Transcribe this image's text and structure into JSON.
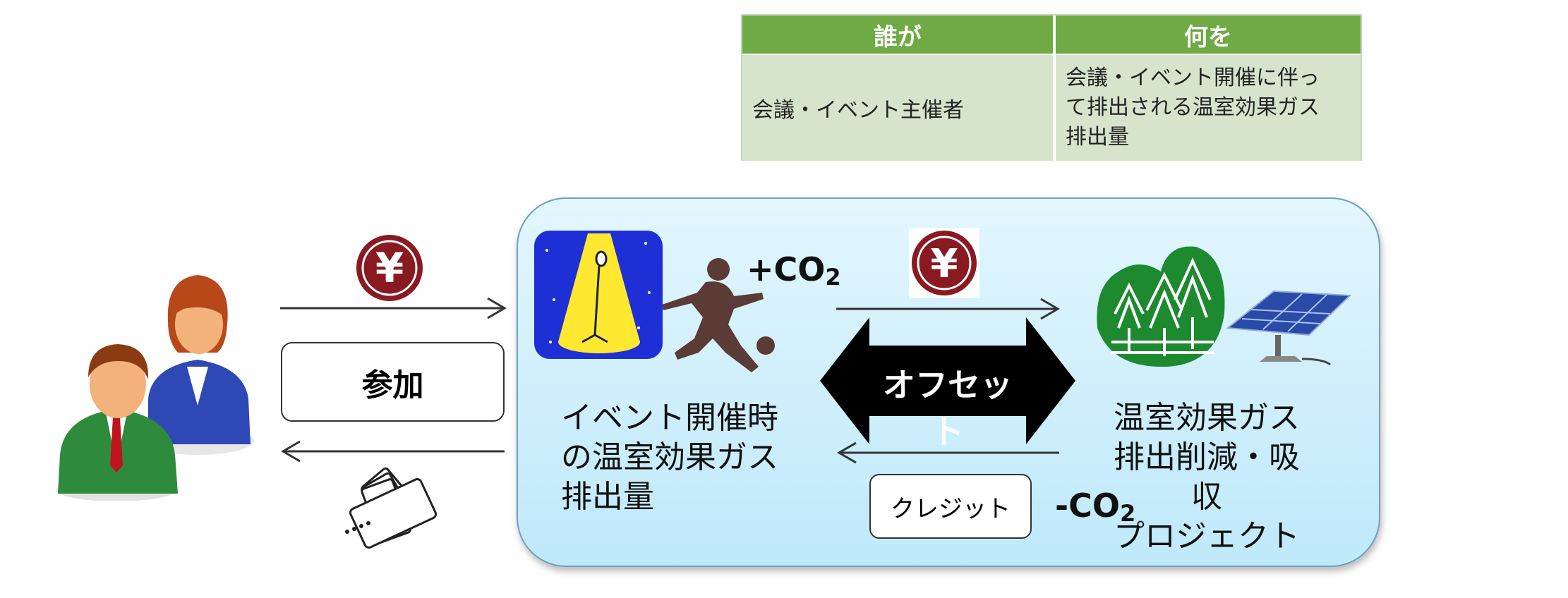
{
  "table": {
    "headers": [
      "誰が",
      "何を"
    ],
    "rows": [
      [
        "会議・イベント主催者",
        "会議・イベント開催に伴って排出される温室効果ガス排出量"
      ]
    ],
    "row_lines": [
      "会議・イベント開催に伴っ",
      "て排出される温室効果ガス",
      "排出量"
    ]
  },
  "diagram": {
    "participate_label": "参加",
    "offset_label": "オフセット",
    "credit_label": "クレジット",
    "plus_co2": "+CO",
    "minus_co2": "-CO",
    "co2_subscript": "2",
    "event_text": [
      "イベント開催時",
      "の温室効果ガス",
      "排出量"
    ],
    "project_text": [
      "温室効果ガス",
      "排出削減・吸収",
      "プロジェクト"
    ],
    "yen_symbol": "¥",
    "icons": [
      "people-icon",
      "yen-coin-icon",
      "ticket-icon",
      "stage-microphone-icon",
      "soccer-player-icon",
      "forest-icon",
      "solar-panel-icon"
    ]
  },
  "colors": {
    "table_header": "#6faa45",
    "table_cell": "#d6e4cc",
    "panel": "#c6ecfb",
    "yen": "#8a1a22",
    "forest": "#1e8a30"
  }
}
